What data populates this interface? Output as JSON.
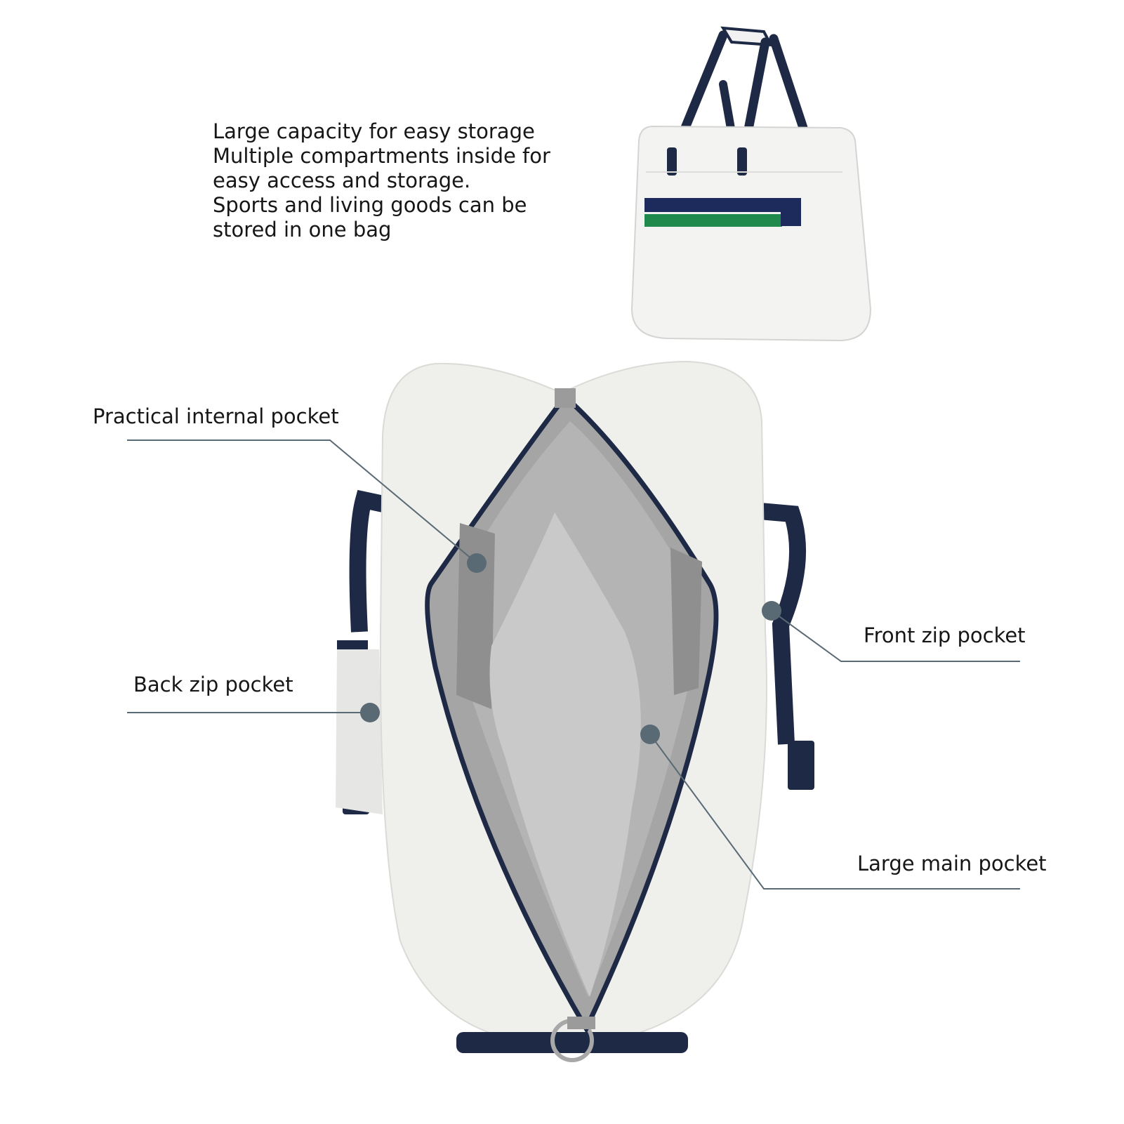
{
  "description_lines": [
    "Large capacity for easy storage",
    "Multiple compartments inside for",
    "easy access and storage.",
    "Sports and living goods can be",
    "stored in one bag"
  ],
  "callouts": {
    "internal_pocket": "Practical internal pocket",
    "back_zip_pocket": "Back zip pocket",
    "front_zip_pocket": "Front zip pocket",
    "main_pocket": "Large main pocket"
  },
  "colors": {
    "bag_body": "#efefec",
    "strap": "#1e2a45",
    "stripe_navy": "#1c2a5c",
    "stripe_green": "#1f8a4c",
    "lining": "#a3a3a3",
    "callout": "#5a6a74"
  }
}
